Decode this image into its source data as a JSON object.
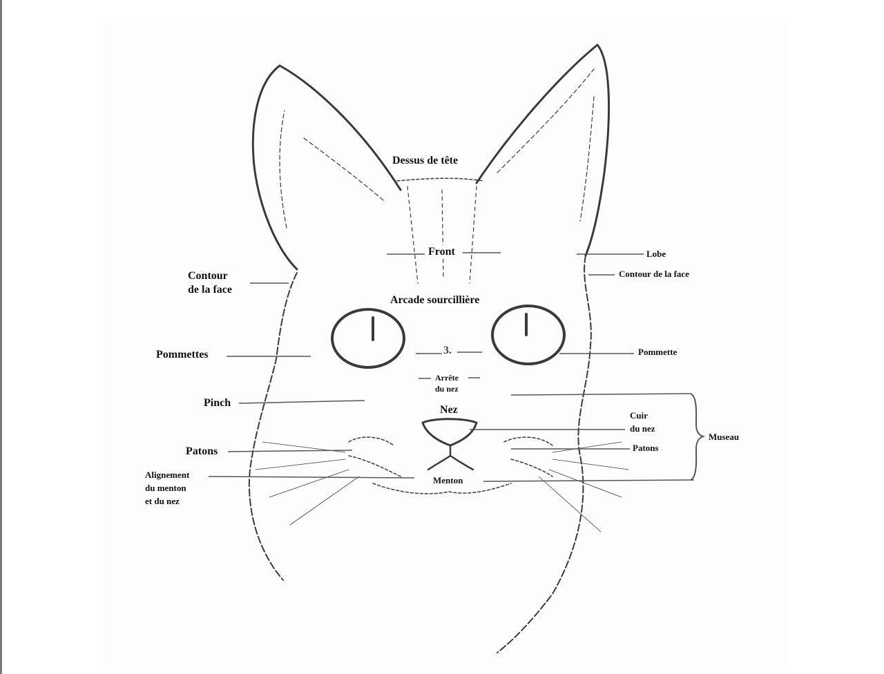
{
  "diagram": {
    "subject": "Cat head anatomy (front view)",
    "labels": {
      "dessus_de_tete": "Dessus de tête",
      "front": "Front",
      "lobe": "Lobe",
      "contour_face_left": "Contour\nde la face",
      "contour_face_right": "Contour de la face",
      "arcade_sourcilliere": "Arcade sourcillière",
      "pommettes": "Pommettes",
      "pommette": "Pommette",
      "stop_mark": "3.",
      "arrete_du_nez": "Arrête\ndu nez",
      "pinch": "Pinch",
      "nez": "Nez",
      "cuir_du_nez": "Cuir\ndu nez",
      "museau": "Museau",
      "patons_left": "Patons",
      "patons_right": "Patons",
      "alignement": "Alignement\ndu menton\net du nez",
      "menton": "Menton"
    },
    "colors": {
      "ink": "#111111",
      "background": "#ffffff",
      "pencil": "#3a3a3a"
    }
  }
}
